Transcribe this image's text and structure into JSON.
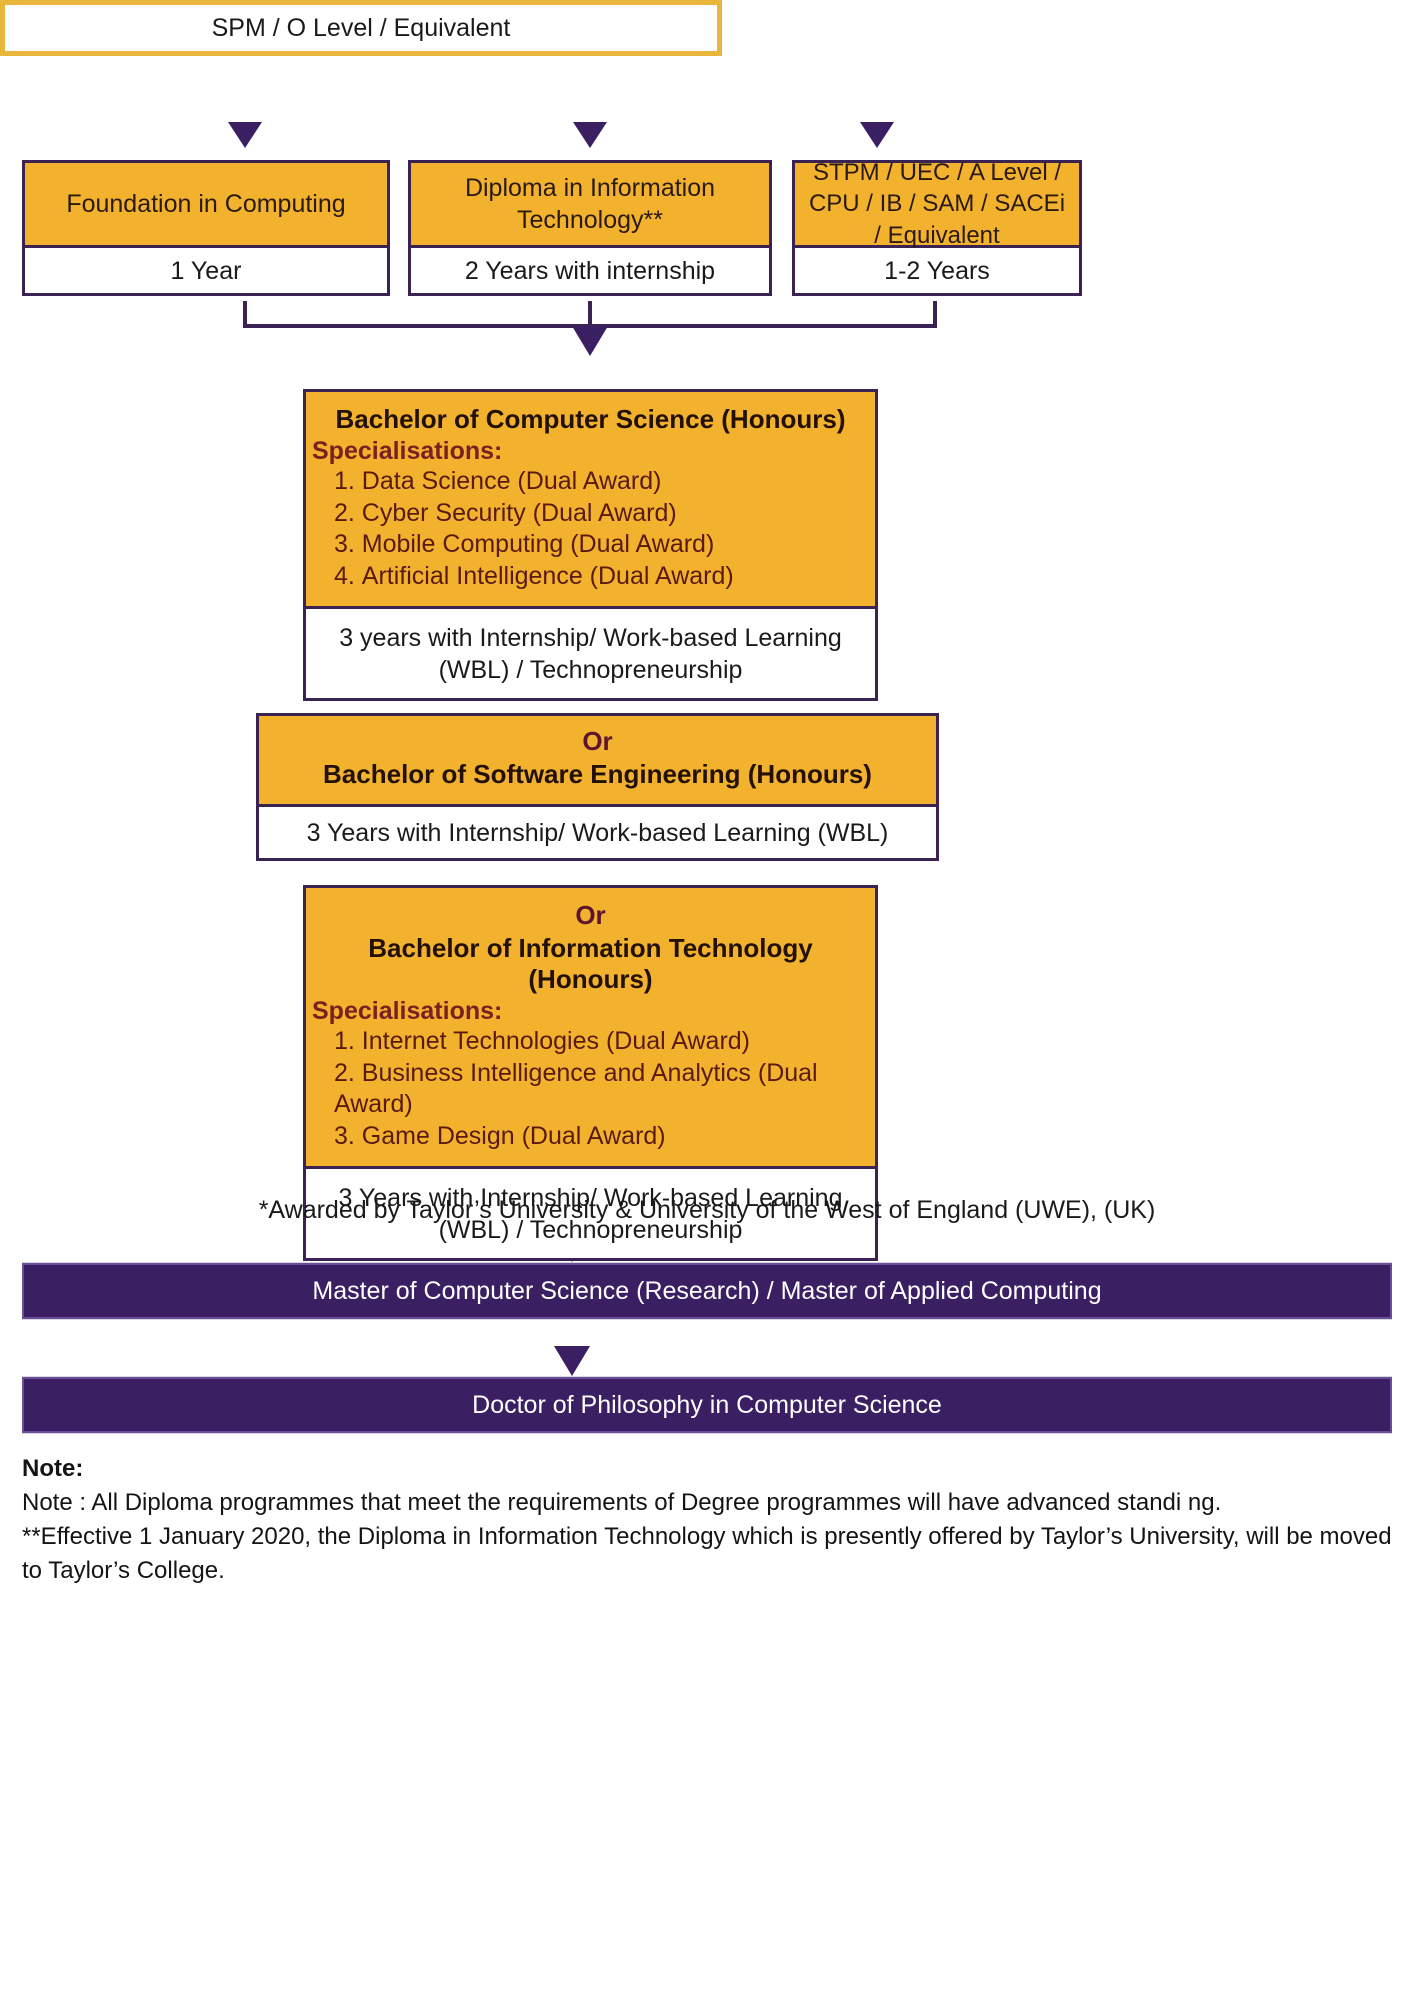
{
  "entry": {
    "label": "SPM / O Level / Equivalent",
    "border_color": "#E9B63B"
  },
  "pathways": [
    {
      "title": "Foundation in Computing",
      "duration": "1 Year"
    },
    {
      "title": "Diploma in Information Technology**",
      "duration": "2 Years with internship"
    },
    {
      "title": "STPM / UEC / A Level / CPU / IB / SAM / SACEi / Equivalent",
      "duration": "1-2 Years"
    }
  ],
  "degrees": [
    {
      "or_label": "",
      "title": "Bachelor of Computer Science (Honours)",
      "spec_label": "Specialisations:",
      "specialisations": [
        "Data Science (Dual Award)",
        "Cyber Security (Dual Award)",
        "Mobile Computing (Dual Award)",
        "Artificial Intelligence (Dual Award)"
      ],
      "duration": "3 years with Internship/ Work-based Learning (WBL) / Technopreneurship"
    },
    {
      "or_label": "Or",
      "title": "Bachelor of Software Engineering (Honours)",
      "spec_label": "",
      "specialisations": [],
      "duration": "3 Years with Internship/ Work-based Learning (WBL)"
    },
    {
      "or_label": "Or",
      "title": "Bachelor of Information Technology (Honours)",
      "spec_label": "Specialisations:",
      "specialisations": [
        "Internet Technologies (Dual Award)",
        "Business Intelligence and Analytics (Dual Award)",
        "Game Design (Dual Award)"
      ],
      "duration": "3 Years with Internship/ Work-based Learning (WBL) / Technopreneurship"
    }
  ],
  "awarded_by": "*Awarded by Taylor’s University & University of the West of England (UWE), (UK)",
  "postgraduate": [
    {
      "label": "Master of Computer Science (Research) / Master of Applied Computing"
    },
    {
      "label": "Doctor of Philosophy in Computer Science"
    }
  ],
  "note": {
    "heading": "Note:",
    "lines": [
      "Note : All Diploma programmes that meet the requirements of Degree programmes will have advanced standi ng.",
      "**Effective 1 January 2020, the Diploma in Information Technology which is presently offered by Taylor’s University, will be moved to Taylor’s College."
    ]
  },
  "colors": {
    "orange": "#F2B22E",
    "purple": "#3A1F63",
    "outline": "#3A2252",
    "gold_border": "#E9B63B",
    "spec_red": "#7A2020"
  }
}
